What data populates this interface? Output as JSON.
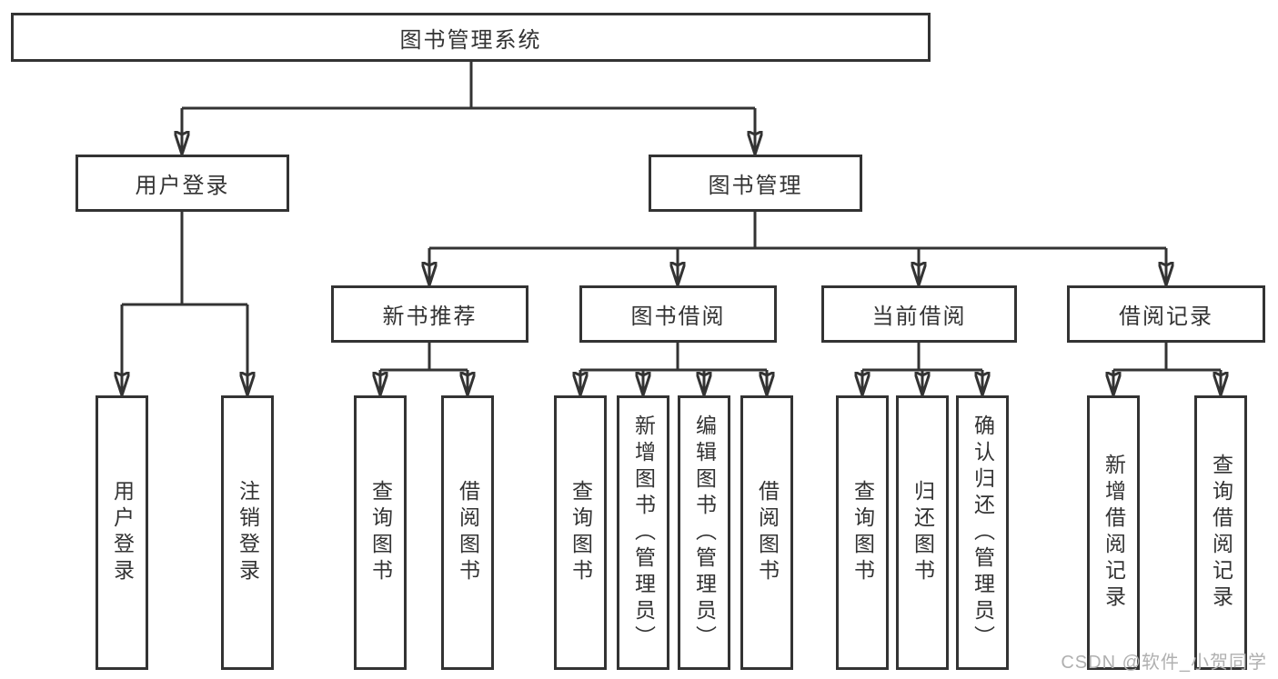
{
  "diagram": {
    "title": "图书管理系统",
    "level2": [
      {
        "label": "用户登录"
      },
      {
        "label": "图书管理"
      }
    ],
    "level3": [
      {
        "label": "新书推荐"
      },
      {
        "label": "图书借阅"
      },
      {
        "label": "当前借阅"
      },
      {
        "label": "借阅记录"
      }
    ],
    "leaves": [
      {
        "label": "用户登录"
      },
      {
        "label": "注销登录"
      },
      {
        "label": "查询图书"
      },
      {
        "label": "借阅图书"
      },
      {
        "label": "查询图书"
      },
      {
        "label": "新增图书（管理员）"
      },
      {
        "label": "编辑图书（管理员）"
      },
      {
        "label": "借阅图书"
      },
      {
        "label": "查询图书"
      },
      {
        "label": "归还图书"
      },
      {
        "label": "确认归还（管理员）"
      },
      {
        "label": "新增借阅记录"
      },
      {
        "label": "查询借阅记录"
      }
    ]
  },
  "watermark": {
    "text": "CSDN @软件_小贺同学"
  },
  "colors": {
    "line": "#333333",
    "text": "#333333",
    "watermark": "#b0b0b0",
    "background": "#ffffff"
  }
}
